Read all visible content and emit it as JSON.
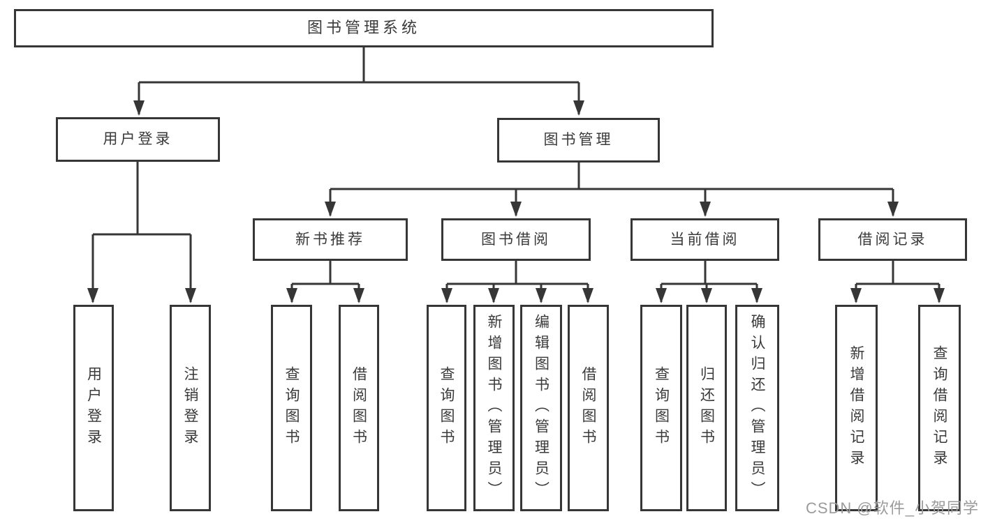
{
  "diagram": {
    "title_note": "functional structure chart of a library management system",
    "root": {
      "label": "图书管理系统"
    },
    "level2": [
      {
        "label": "用户登录"
      },
      {
        "label": "图书管理"
      }
    ],
    "level3": [
      {
        "label": "新书推荐"
      },
      {
        "label": "图书借阅"
      },
      {
        "label": "当前借阅"
      },
      {
        "label": "借阅记录"
      }
    ],
    "leaves": {
      "user_login": [
        "用户登录",
        "注销登录"
      ],
      "new_book": [
        "查询图书",
        "借阅图书"
      ],
      "book_borrow": [
        "查询图书",
        "新增图书（管理员）",
        "编辑图书（管理员）",
        "借阅图书"
      ],
      "current_borrow": [
        "查询图书",
        "归还图书",
        "确认归还（管理员）"
      ],
      "borrow_record": [
        "新增借阅记录",
        "查询借阅记录"
      ]
    },
    "colors": {
      "line": "#363636",
      "box_background": "#ffffff",
      "text": "#3a3a3a",
      "watermark": "#9b9b9b"
    }
  },
  "watermark": {
    "text": "CSDN @软件_小贺同学"
  }
}
